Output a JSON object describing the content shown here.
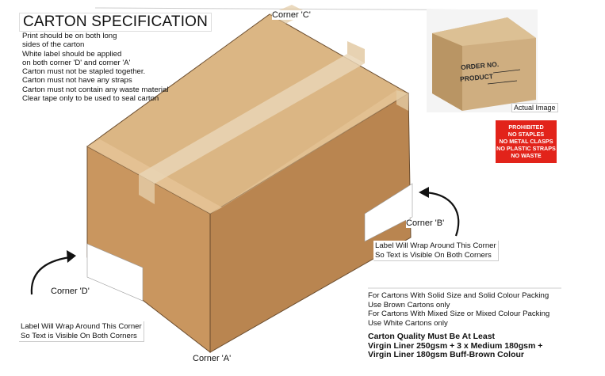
{
  "title": "CARTON SPECIFICATION",
  "spec_lines": [
    "Print should be on both long",
    "sides of the carton",
    "White label should be applied",
    "on both corner 'D' and corner 'A'",
    "Carton must not be stapled together.",
    "Carton must not have any straps",
    "Carton must not contain any waste material",
    "Clear tape only to be used to seal carton"
  ],
  "corners": {
    "c": "Corner 'C'",
    "b": "Corner 'B'",
    "d": "Corner 'D'",
    "a": "Corner 'A'"
  },
  "wrap_note_b": [
    "Label Will Wrap Around This Corner",
    "So Text is Visible On Both Corners"
  ],
  "wrap_note_d": [
    "Label Will Wrap Around This Corner",
    "So Text is Visible On Both Corners"
  ],
  "photo": {
    "caption": "Actual Image",
    "order_label": "ORDER NO.",
    "product_label": "PRODUCT"
  },
  "prohibited": [
    "PROHIBITED",
    "NO STAPLES",
    "NO METAL CLASPS",
    "NO PLASTIC STRAPS",
    "NO WASTE"
  ],
  "packing_info": [
    "For Cartons With Solid Size and Solid Colour Packing",
    "Use Brown Cartons only",
    "For Cartons With Mixed Size or Mixed Colour Packing",
    "Use White Cartons only"
  ],
  "quality": [
    "Carton Quality Must Be At Least",
    "Virgin Liner 250gsm + 3 x Medium 180gsm +",
    "Virgin Liner 180gsm Buff-Brown Colour"
  ],
  "colors": {
    "box_top": "#d9b382",
    "box_front": "#c8955f",
    "box_side": "#b98450",
    "tape": "#e6cfae",
    "prohibited_bg": "#e2231a"
  }
}
